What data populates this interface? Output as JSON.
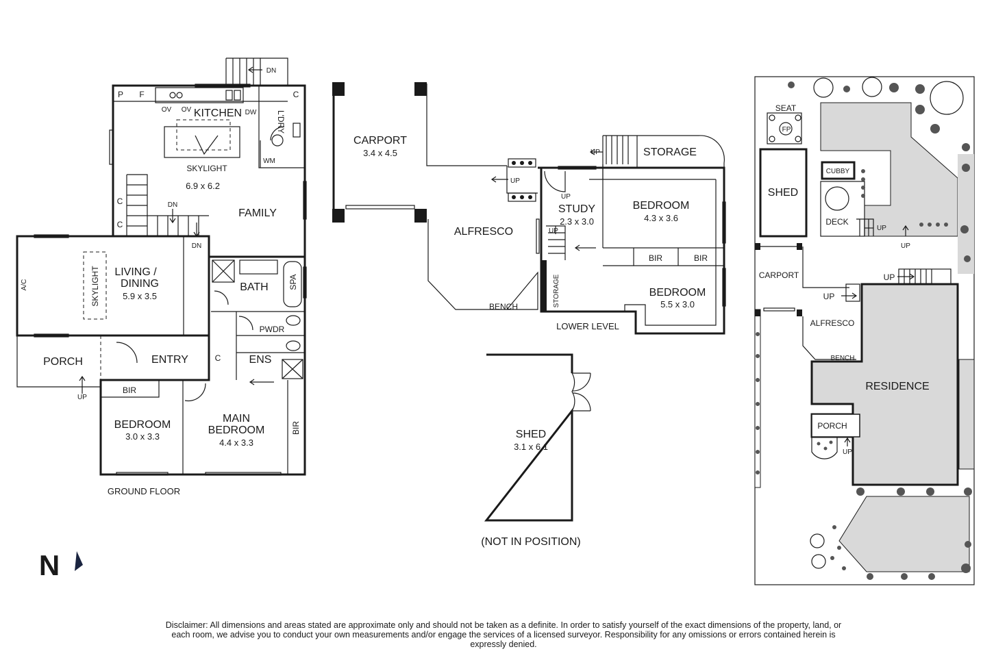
{
  "ground_floor": {
    "title": "GROUND FLOOR",
    "kitchen": "KITCHEN",
    "skylight_kitchen": "SKYLIGHT",
    "kitchen_family_dim": "6.9 x 6.2",
    "family": "FAMILY",
    "living_dining_1": "LIVING /",
    "living_dining_2": "DINING",
    "living_dim": "5.9 x 3.5",
    "skylight_living": "SKYLIGHT",
    "ac": "A/C",
    "bath": "BATH",
    "spa": "SPA",
    "pwdr": "PWDR",
    "ens": "ENS",
    "entry": "ENTRY",
    "porch": "PORCH",
    "bir": "BIR",
    "bedroom": "BEDROOM",
    "bedroom_dim": "3.0 x 3.3",
    "main_bedroom_1": "MAIN",
    "main_bedroom_2": "BEDROOM",
    "main_bedroom_dim": "4.4 x 3.3",
    "bir_main": "BIR",
    "laundry": "L'DRY",
    "wm": "WM",
    "dw": "DW",
    "ov1": "OV",
    "ov2": "OV",
    "p": "P",
    "f": "F",
    "c": "C",
    "dn": "DN",
    "up": "UP"
  },
  "lower_level": {
    "title": "LOWER LEVEL",
    "carport": "CARPORT",
    "carport_dim": "3.4 x 4.5",
    "alfresco": "ALFRESCO",
    "bench": "BENCH",
    "study": "STUDY",
    "study_dim": "2.3 x 3.0",
    "bedroom1": "BEDROOM",
    "bedroom1_dim": "4.3 x 3.6",
    "bedroom2": "BEDROOM",
    "bedroom2_dim": "5.5 x 3.0",
    "bir": "BIR",
    "storage": "STORAGE",
    "storage_v": "STORAGE",
    "up": "UP"
  },
  "shed": {
    "title": "SHED",
    "dim": "3.1 x 6.1",
    "note": "(NOT IN POSITION)"
  },
  "site_plan": {
    "seat": "SEAT",
    "fp": "FP",
    "shed": "SHED",
    "cubby": "CUBBY",
    "deck": "DECK",
    "carport": "CARPORT",
    "alfresco": "ALFRESCO",
    "bench": "BENCH",
    "residence": "RESIDENCE",
    "porch": "PORCH",
    "up": "UP"
  },
  "north_label": "N",
  "disclaimer": "Disclaimer: All dimensions and areas stated are approximate only and should not be taken as a definite. In order to satisfy yourself of the exact dimensions of the property, land, or each room, we advise you to conduct your own measurements and/or engage the services of a licensed surveyor. Responsibility for any omissions or errors contained herein is expressly denied.",
  "colors": {
    "wall": "#1a1a1a",
    "site_fill": "#d9d9d9",
    "background": "#ffffff"
  }
}
